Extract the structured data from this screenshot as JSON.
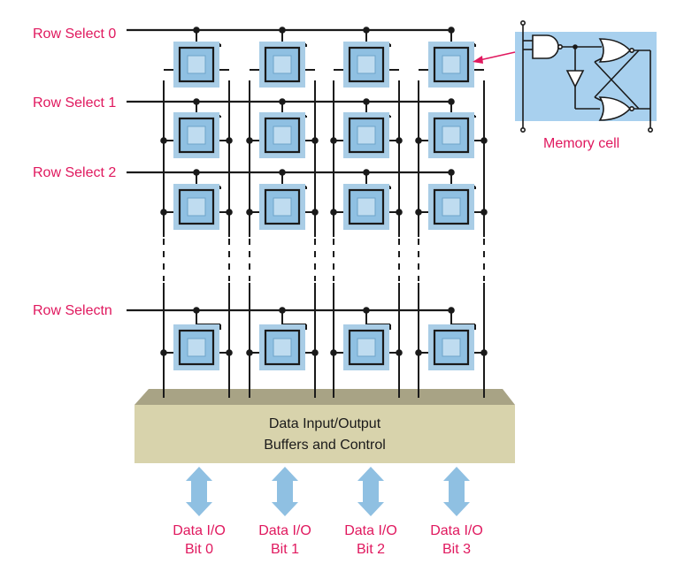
{
  "row_labels": [
    "Row Select 0",
    "Row Select 1",
    "Row Select 2",
    "Row Selectn"
  ],
  "memory_cell_label": "Memory cell",
  "buffer": {
    "line1": "Data Input/Output",
    "line2": "Buffers and Control"
  },
  "data_io": [
    {
      "line1": "Data I/O",
      "line2": "Bit 0"
    },
    {
      "line1": "Data I/O",
      "line2": "Bit 1"
    },
    {
      "line1": "Data I/O",
      "line2": "Bit 2"
    },
    {
      "line1": "Data I/O",
      "line2": "Bit 3"
    }
  ],
  "colors": {
    "label": "#e0185e",
    "cell_outer": "#a9cde6",
    "cell_inner": "#8fc0e2",
    "cell_center": "#bfdcf0",
    "buffer_front": "#d8d3ac",
    "buffer_top": "#a8a385",
    "arrow": "#8fc0e2",
    "inset_bg": "#a8d0ee"
  }
}
